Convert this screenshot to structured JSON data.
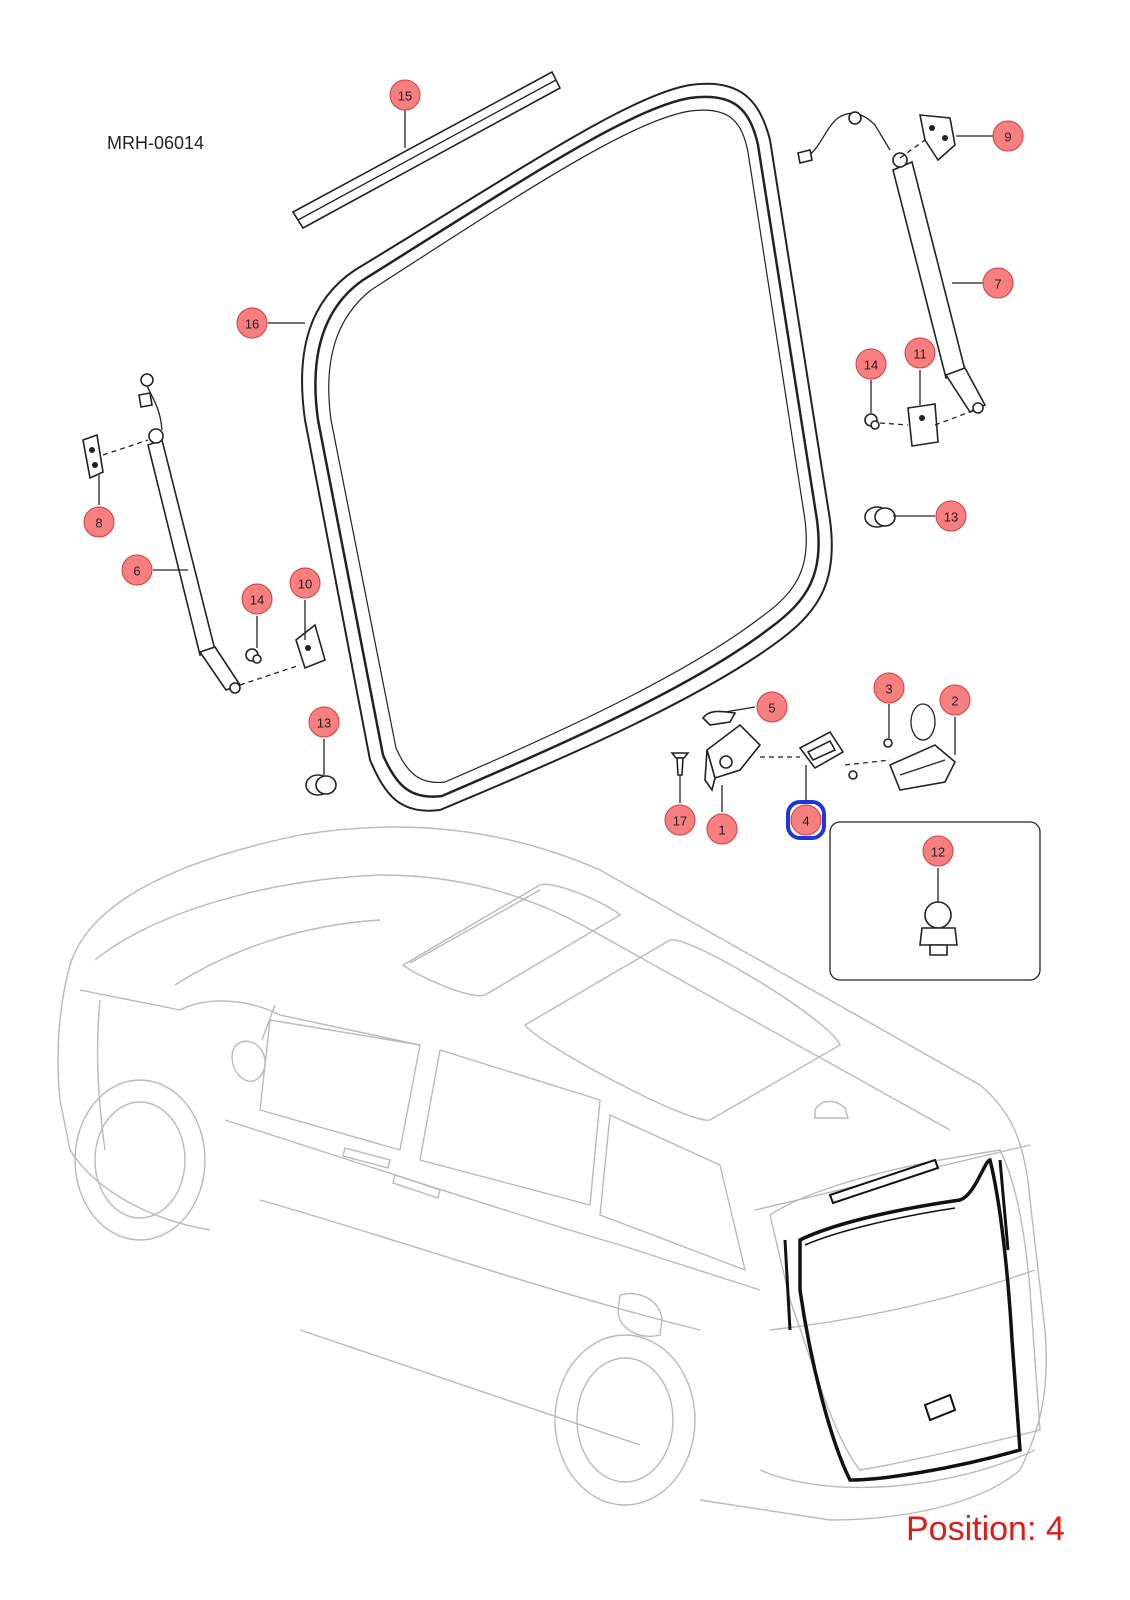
{
  "diagram": {
    "code": "MRH-06014",
    "position_text": "Position: 4",
    "colors": {
      "callout_fill": "#f77f7f",
      "callout_stroke": "#d33b3b",
      "highlight": "#1d36e0",
      "position_text": "#e01919",
      "car_outline": "#b9b9b9"
    },
    "callouts": [
      {
        "id": "c15",
        "label": "15"
      },
      {
        "id": "c9",
        "label": "9"
      },
      {
        "id": "c7",
        "label": "7"
      },
      {
        "id": "c16",
        "label": "16"
      },
      {
        "id": "c14a",
        "label": "14"
      },
      {
        "id": "c11",
        "label": "11"
      },
      {
        "id": "c8",
        "label": "8"
      },
      {
        "id": "c13a",
        "label": "13"
      },
      {
        "id": "c6",
        "label": "6"
      },
      {
        "id": "c14b",
        "label": "14"
      },
      {
        "id": "c10",
        "label": "10"
      },
      {
        "id": "c3",
        "label": "3"
      },
      {
        "id": "c2",
        "label": "2"
      },
      {
        "id": "c5",
        "label": "5"
      },
      {
        "id": "c13b",
        "label": "13"
      },
      {
        "id": "c17",
        "label": "17"
      },
      {
        "id": "c1",
        "label": "1"
      },
      {
        "id": "c4",
        "label": "4",
        "highlighted": true
      },
      {
        "id": "c12",
        "label": "12"
      }
    ]
  }
}
